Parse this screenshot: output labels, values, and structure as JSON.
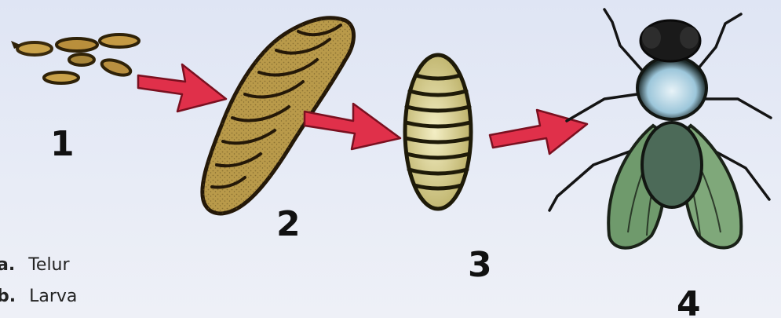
{
  "stages": [
    {
      "number": "1",
      "icon": "egg-cluster-icon"
    },
    {
      "number": "2",
      "icon": "larva-icon"
    },
    {
      "number": "3",
      "icon": "pupa-icon"
    },
    {
      "number": "4",
      "icon": "adult-fly-icon"
    }
  ],
  "legend": [
    {
      "key": "a.",
      "label": "Telur"
    },
    {
      "key": "b.",
      "label": "Larva"
    }
  ],
  "colors": {
    "arrow": "#e0304a",
    "larva": "#b99a4a",
    "pupa": "#d8cf8a",
    "fly_wing": "#6f9a6c",
    "background": "#e4e8f5"
  }
}
